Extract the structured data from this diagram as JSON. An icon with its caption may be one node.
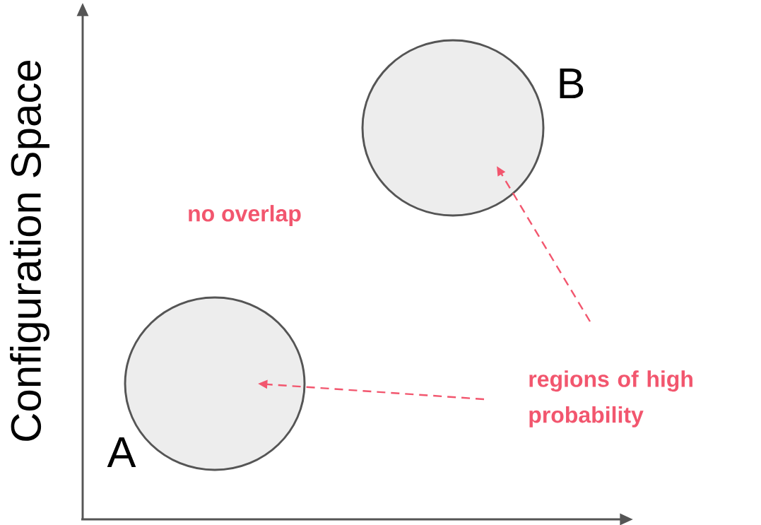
{
  "diagram": {
    "nodes": [
      {
        "text": [],
        "shape": "circle",
        "beside": [
          "A"
        ]
      },
      {
        "text": [],
        "shape": "circle",
        "beside": [
          "B"
        ]
      },
      {
        "text": [
          "regions of high probability"
        ]
      }
    ],
    "edges": [
      {
        "from": 2,
        "to": 0,
        "arrow": "to",
        "style": "dashed"
      },
      {
        "from": 2,
        "to": 1,
        "arrow": "to",
        "style": "dashed"
      }
    ],
    "labels": [
      "no overlap",
      "Configuration Space"
    ]
  }
}
